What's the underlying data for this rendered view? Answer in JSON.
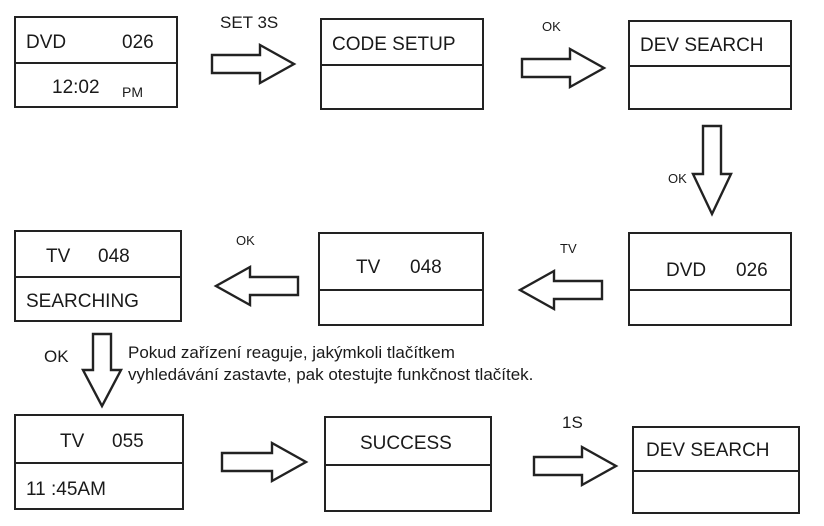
{
  "screens": {
    "s1": {
      "main": "DVD",
      "code": "026",
      "time": "12:02",
      "ampm": "PM"
    },
    "s2": {
      "line1": "CODE SETUP",
      "line2": ""
    },
    "s3": {
      "line1": "DEV SEARCH",
      "line2": ""
    },
    "s4": {
      "main": "DVD",
      "code": "026",
      "line2": ""
    },
    "s5": {
      "main": "TV",
      "code": "048",
      "line2": ""
    },
    "s6": {
      "main": "TV",
      "code": "048",
      "line2": "SEARCHING"
    },
    "s7": {
      "main": "TV",
      "code": "055",
      "line2": "11 :45AM"
    },
    "s8": {
      "line1": "SUCCESS",
      "line2": ""
    },
    "s9": {
      "line1": "DEV SEARCH",
      "line2": ""
    }
  },
  "arrows": {
    "a1": "SET 3S",
    "a2": "OK",
    "a3": "OK",
    "a4": "TV",
    "a5": "OK",
    "a6": "OK",
    "a8": "1S"
  },
  "note": {
    "line1": "Pokud zařízení reaguje, jakýmkoli tlačítkem",
    "line2": "vyhledávání zastavte, pak otestujte funkčnost tlačítek."
  }
}
